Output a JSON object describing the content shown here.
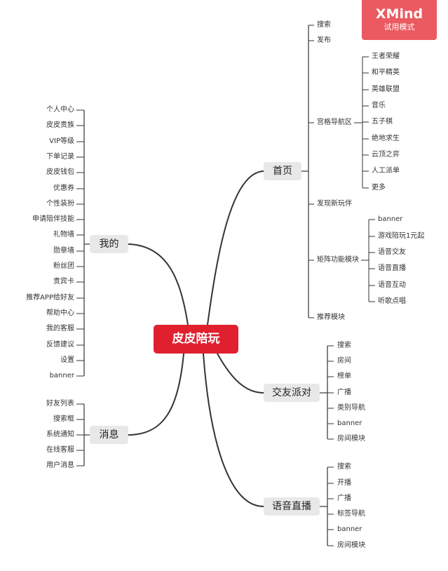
{
  "watermark": {
    "logo": "XMind",
    "mode": "试用模式"
  },
  "root": "皮皮陪玩",
  "branches": {
    "home": {
      "label": "首页",
      "items": [
        "搜索",
        "发布",
        "宫格导航区",
        "发现新玩伴",
        "矩阵功能模块",
        "推荐模块"
      ],
      "grid_nav": [
        "王者荣耀",
        "和平精英",
        "英雄联盟",
        "音乐",
        "五子棋",
        "绝地求生",
        "云顶之弈",
        "人工派单",
        "更多"
      ],
      "matrix": [
        "banner",
        "游戏陪玩1元起",
        "语音交友",
        "语音直播",
        "语音互动",
        "听歌点唱"
      ]
    },
    "mine": {
      "label": "我的",
      "items": [
        "个人中心",
        "皮皮贵族",
        "VIP等级",
        "下单记录",
        "皮皮钱包",
        "优惠券",
        "个性装扮",
        "申请陪伴技能",
        "礼物墙",
        "勋章墙",
        "粉丝团",
        "贵宾卡",
        "推荐APP给好友",
        "帮助中心",
        "我的客服",
        "反馈建议",
        "设置",
        "banner"
      ]
    },
    "message": {
      "label": "消息",
      "items": [
        "好友列表",
        "搜索框",
        "系统通知",
        "在线客服",
        "用户消息"
      ]
    },
    "party": {
      "label": "交友派对",
      "items": [
        "搜索",
        "房间",
        "榜单",
        "广播",
        "类别导航",
        "banner",
        "房间模块"
      ]
    },
    "live": {
      "label": "语音直播",
      "items": [
        "搜索",
        "开播",
        "广播",
        "标签导航",
        "banner",
        "房间模块"
      ]
    }
  },
  "colors": {
    "root_bg": "#e0202f",
    "branch_bg": "#e8e8e8",
    "line": "#333333",
    "watermark_bg": "#ea5a60"
  }
}
